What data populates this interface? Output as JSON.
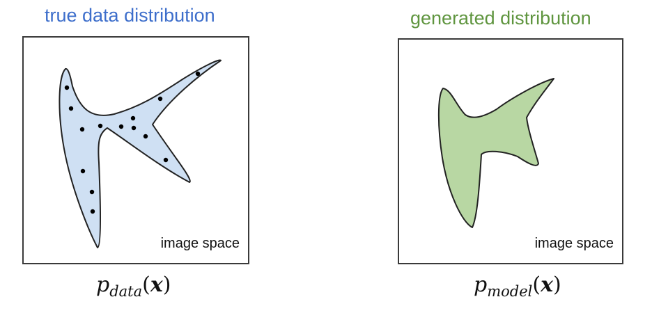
{
  "left_panel": {
    "title": "true data distribution",
    "title_color": "#3d6ecb",
    "fill_color": "#cfe0f3",
    "space_label": "image space",
    "formula": {
      "symbol": "p",
      "subscript": "data",
      "open": "(",
      "variable": "x",
      "close": ")"
    }
  },
  "right_panel": {
    "title": "generated distribution",
    "title_color": "#5f953f",
    "fill_color": "#b8d7a3",
    "space_label": "image space",
    "formula": {
      "symbol": "p",
      "subscript": "model",
      "open": "(",
      "variable": "x",
      "close": ")"
    }
  },
  "outline_color": "#222222",
  "sample_color": "#000000"
}
